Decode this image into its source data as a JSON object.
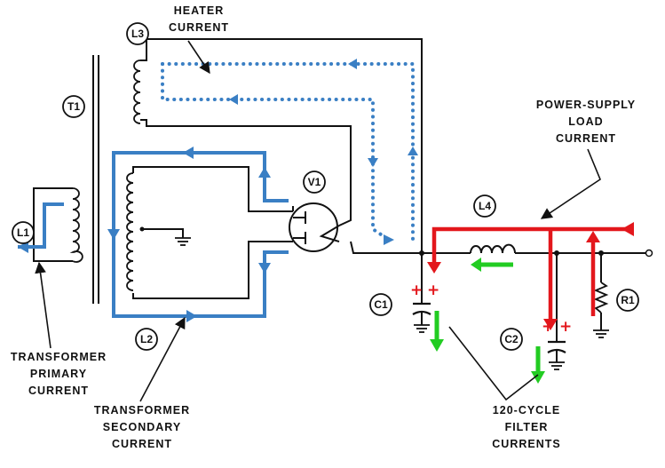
{
  "colors": {
    "wire": "#111111",
    "blue_current": "#3a7fc4",
    "red_current": "#e3171c",
    "green_current": "#22cc22"
  },
  "components": {
    "t1": "T1",
    "l1": "L1",
    "l2": "L2",
    "l3": "L3",
    "l4": "L4",
    "v1": "V1",
    "c1": "C1",
    "c2": "C2",
    "r1": "R1"
  },
  "labels": {
    "heater": [
      "HEATER",
      "CURRENT"
    ],
    "power_supply": [
      "POWER-SUPPLY",
      "LOAD",
      "CURRENT"
    ],
    "primary": [
      "TRANSFORMER",
      "PRIMARY",
      "CURRENT"
    ],
    "secondary": [
      "TRANSFORMER",
      "SECONDARY",
      "CURRENT"
    ],
    "filter": [
      "120-CYCLE",
      "FILTER",
      "CURRENTS"
    ]
  },
  "polarity_marks": {
    "c1": [
      "+",
      "+"
    ],
    "c2": [
      "+",
      "+"
    ]
  }
}
